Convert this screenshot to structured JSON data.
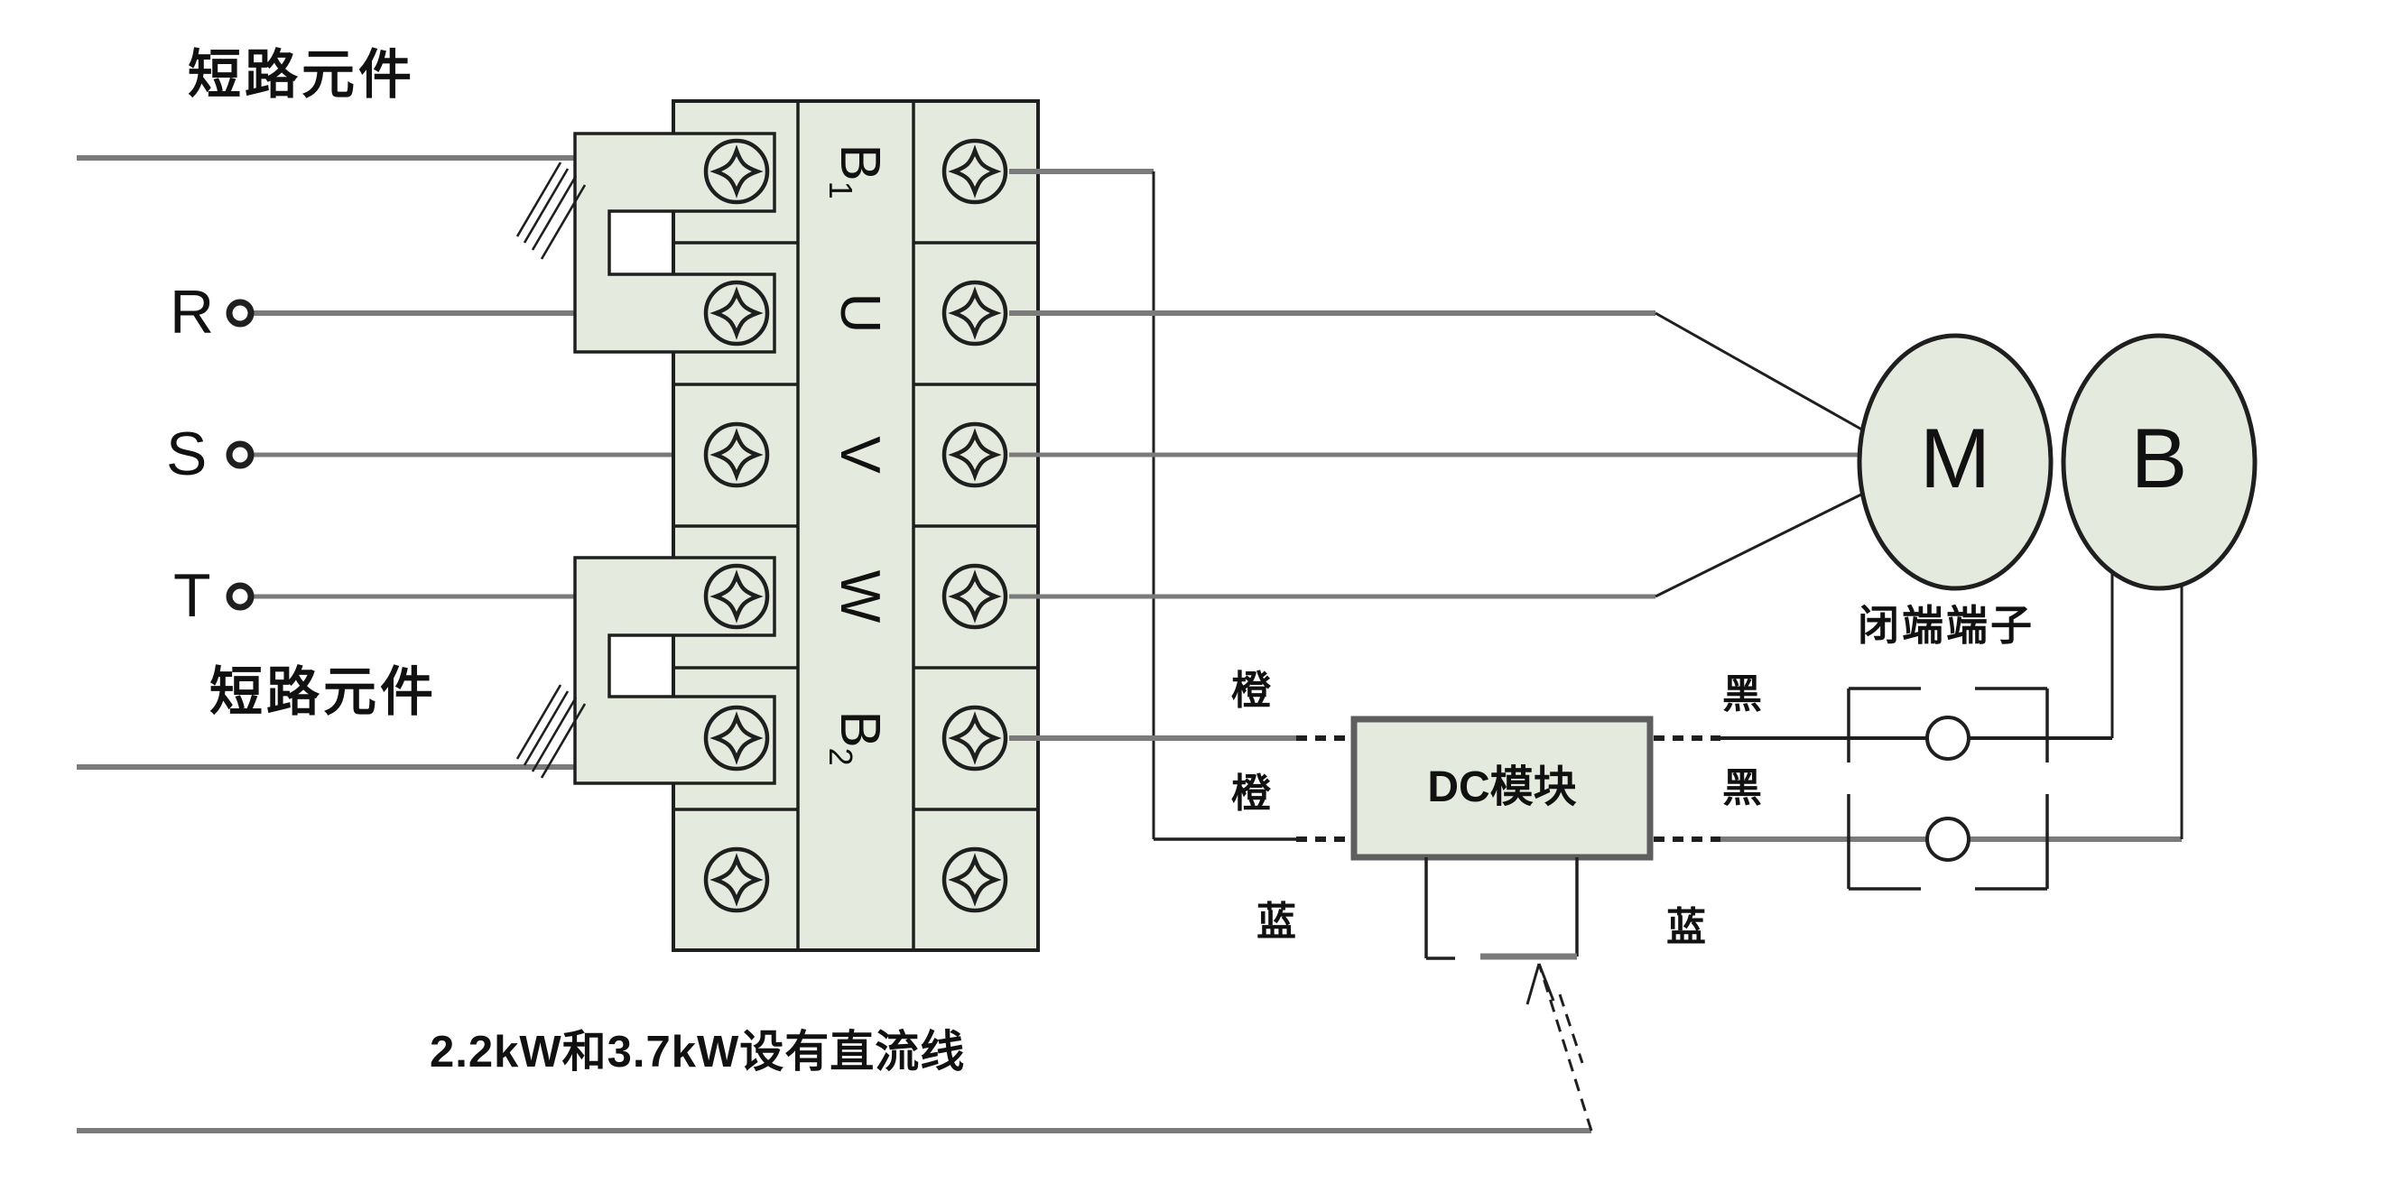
{
  "inputs": {
    "r": "R",
    "s": "S",
    "t": "T"
  },
  "terminal_block": {
    "terminals": [
      {
        "main": "B",
        "sub": "1"
      },
      {
        "main": "U",
        "sub": ""
      },
      {
        "main": "V",
        "sub": ""
      },
      {
        "main": "W",
        "sub": ""
      },
      {
        "main": "B",
        "sub": "2"
      }
    ]
  },
  "annotations": {
    "short_circuit_top": "短路元件",
    "short_circuit_bottom": "短路元件",
    "closed_end_terminal": "闭端端子",
    "dc_note": "2.2kW和3.7kW设有直流线"
  },
  "dc_module": {
    "label": "DC模块"
  },
  "motor": {
    "label": "M"
  },
  "brake": {
    "label": "B"
  },
  "wire_labels": {
    "orange_top": "橙",
    "orange_bottom": "橙",
    "black_top": "黑",
    "black_bottom": "黑",
    "blue_left": "蓝",
    "blue_right": "蓝"
  },
  "colors": {
    "panel_fill": "#e4eadd",
    "line_dark": "#1f1f1f",
    "wire_gray": "#7b7b7b",
    "box_border": "#5e5e5e"
  }
}
